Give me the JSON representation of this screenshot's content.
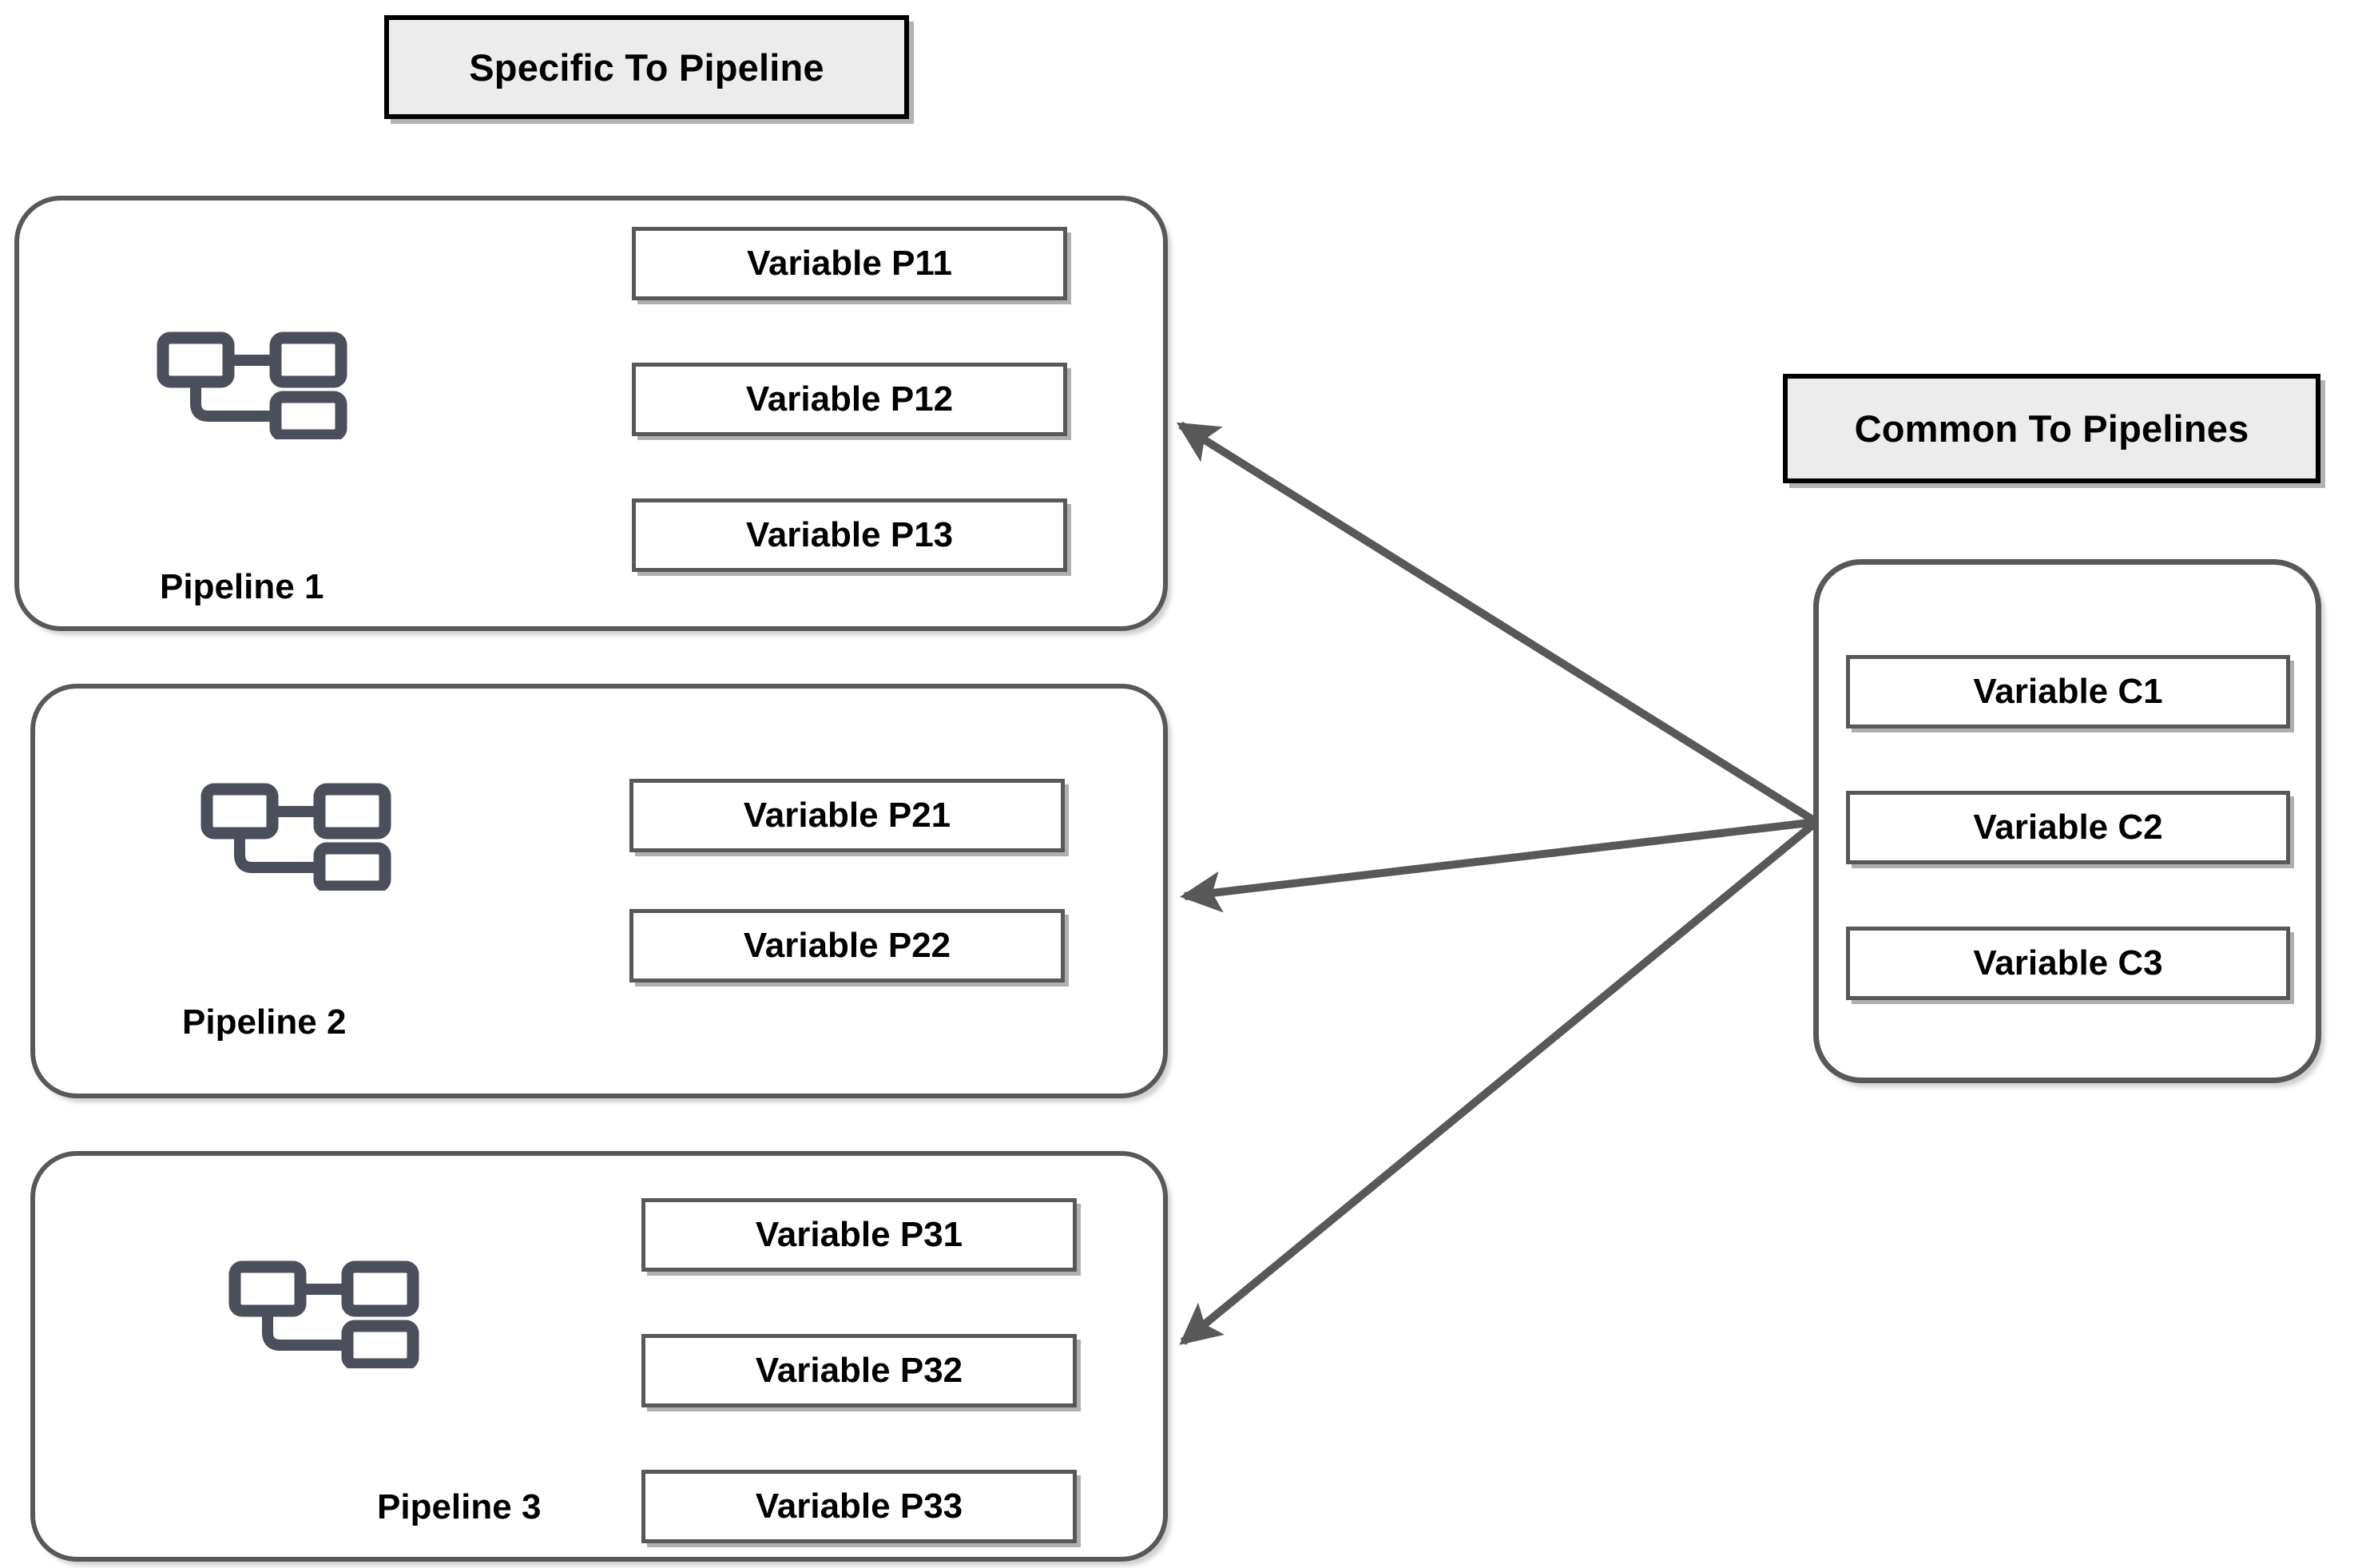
{
  "diagram": {
    "title_left": "Specific To Pipeline",
    "title_right": "Common To Pipelines",
    "stroke_color": "#585858",
    "chip_border_color": "#000000",
    "chip_fill_color": "#ececec",
    "background_color": "#ffffff",
    "icon_color": "#4b4f5c"
  },
  "specific_section": {
    "header_label": "Specific To Pipeline",
    "pipelines": [
      {
        "caption": "Pipeline 1",
        "icon": "pipeline-flowchart-icon",
        "variables": [
          {
            "label": "Variable P11"
          },
          {
            "label": "Variable P12"
          },
          {
            "label": "Variable P13"
          }
        ]
      },
      {
        "caption": "Pipeline 2",
        "icon": "pipeline-flowchart-icon",
        "variables": [
          {
            "label": "Variable P21"
          },
          {
            "label": "Variable P22"
          }
        ]
      },
      {
        "caption": "Pipeline 3",
        "icon": "pipeline-flowchart-icon",
        "variables": [
          {
            "label": "Variable P31"
          },
          {
            "label": "Variable P32"
          },
          {
            "label": "Variable P33"
          }
        ]
      }
    ]
  },
  "common_section": {
    "header_label": "Common To Pipelines",
    "variables": [
      {
        "label": "Variable C1"
      },
      {
        "label": "Variable C2"
      },
      {
        "label": "Variable C3"
      }
    ]
  },
  "connections": [
    {
      "from": "common-group",
      "to": "pipeline-group-1",
      "style": "arrow"
    },
    {
      "from": "common-group",
      "to": "pipeline-group-2",
      "style": "arrow"
    },
    {
      "from": "common-group",
      "to": "pipeline-group-3",
      "style": "arrow"
    }
  ]
}
